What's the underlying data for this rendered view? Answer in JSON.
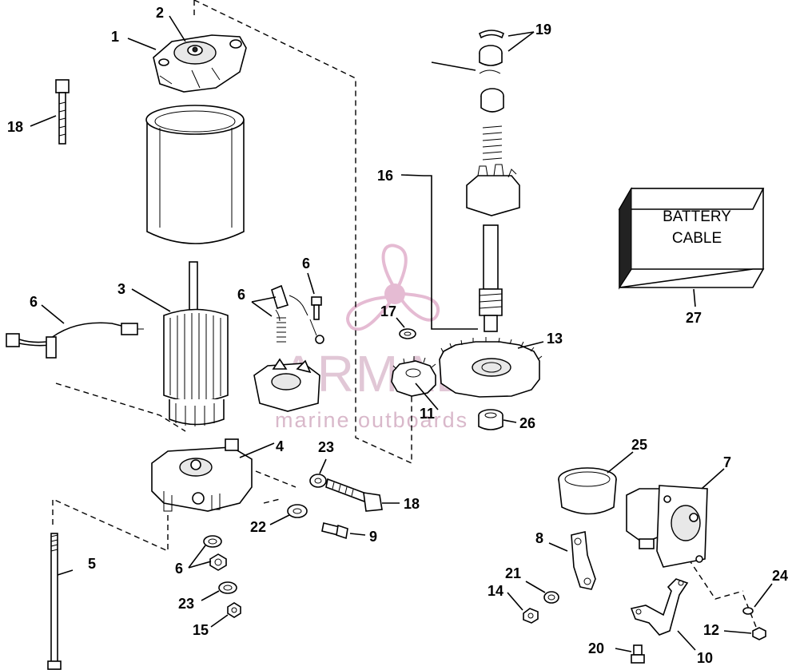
{
  "watermark": {
    "brand": "ARMADA",
    "tagline": "marine outboards"
  },
  "battery_cable": {
    "line1": "BATTERY",
    "line2": "CABLE"
  },
  "callouts": {
    "c1": "1",
    "c2": "2",
    "c3": "3",
    "c4": "4",
    "c5": "5",
    "c6a": "6",
    "c6b": "6",
    "c6c": "6",
    "c6d": "6",
    "c7": "7",
    "c8": "8",
    "c9": "9",
    "c10": "10",
    "c11": "11",
    "c12": "12",
    "c13": "13",
    "c14": "14",
    "c15": "15",
    "c16": "16",
    "c17": "17",
    "c18a": "18",
    "c18b": "18",
    "c19": "19",
    "c20": "20",
    "c21": "21",
    "c22": "22",
    "c23a": "23",
    "c23b": "23",
    "c24": "24",
    "c25": "25",
    "c26": "26",
    "c27": "27"
  }
}
